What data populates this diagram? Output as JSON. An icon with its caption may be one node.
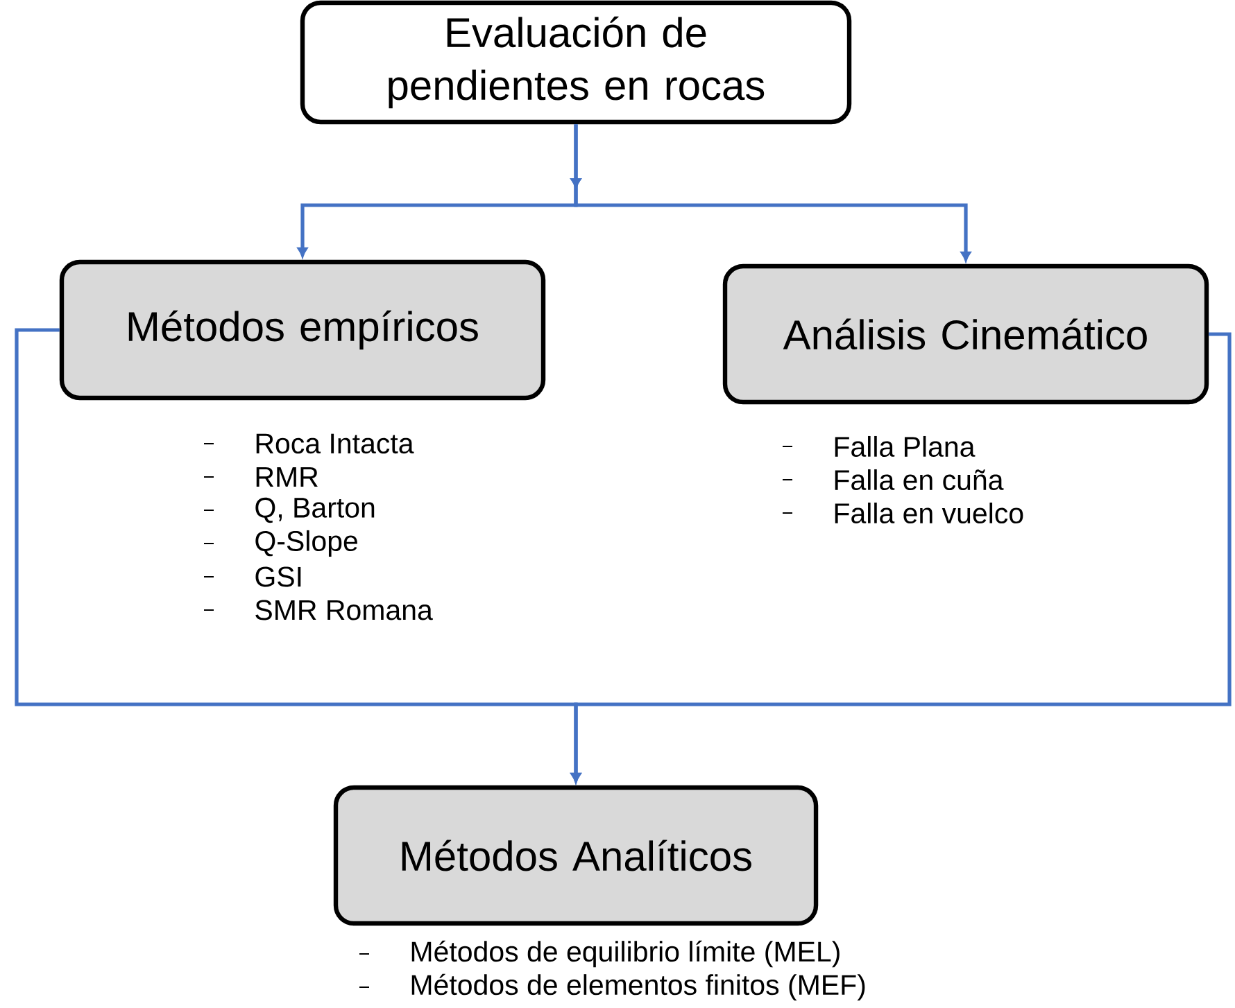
{
  "diagram": {
    "nodes": [
      {
        "text": [
          "Evaluación de pendientes en rocas"
        ]
      },
      {
        "text": [
          "Métodos empíricos"
        ],
        "beside": [
          "Roca Intacta",
          "RMR",
          "Q, Barton",
          "Q-Slope",
          "GSI",
          "SMR Romana"
        ]
      },
      {
        "text": [
          "Análisis Cinemático"
        ],
        "beside": [
          "Falla Plana",
          "Falla en cuña",
          "Falla en vuelco"
        ]
      },
      {
        "text": [
          "Métodos Analíticos"
        ],
        "beside": [
          "Métodos de equilibrio límite (MEL)",
          "Métodos de elementos finitos (MEF)"
        ]
      }
    ],
    "edges": [
      {
        "from": 0,
        "to": 1,
        "arrow": "to"
      },
      {
        "from": 0,
        "to": 2,
        "arrow": "to"
      },
      {
        "from": 1,
        "to": 3,
        "arrow": "to"
      },
      {
        "from": 2,
        "to": 3,
        "arrow": "to"
      }
    ]
  }
}
